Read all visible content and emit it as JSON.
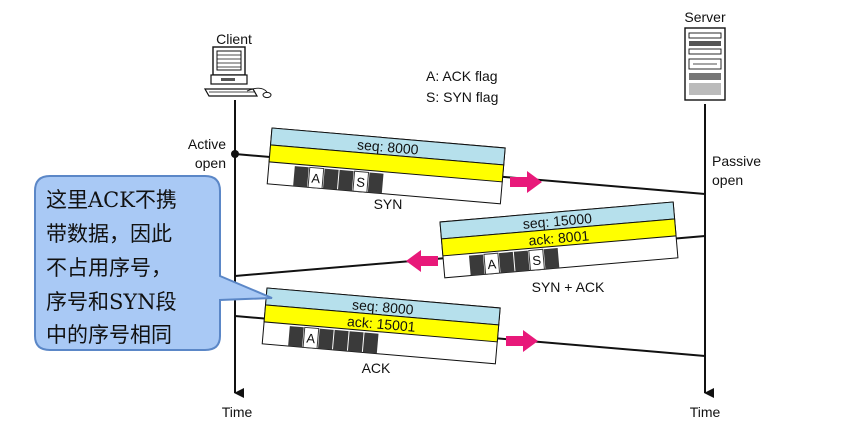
{
  "participants": {
    "client": "Client",
    "server": "Server"
  },
  "legend": [
    "A: ACK flag",
    "S: SYN flag"
  ],
  "client_state": [
    "Active",
    "open"
  ],
  "server_state": [
    "Passive",
    "open"
  ],
  "time_labels": {
    "client": "Time",
    "server": "Time"
  },
  "segments": [
    {
      "name": "SYN",
      "rows": [
        "seq: 8000",
        ""
      ],
      "flags": [
        "",
        "A",
        "",
        "",
        "S",
        ""
      ]
    },
    {
      "name": "SYN + ACK",
      "rows": [
        "seq: 15000",
        "ack: 8001"
      ],
      "flags": [
        "",
        "A",
        "",
        "",
        "S",
        ""
      ]
    },
    {
      "name": "ACK",
      "rows": [
        "seq: 8000",
        "ack: 15001"
      ],
      "flags": [
        "",
        "A",
        "",
        "",
        "",
        ""
      ]
    }
  ],
  "callout": {
    "lines": [
      "这里ACK不携",
      "带数据，因此",
      "不占用序号，",
      "序号和SYN段",
      "中的序号相同"
    ]
  },
  "colors": {
    "header_blue": "#b6e0ec",
    "yellow": "#ffff00",
    "flag_dark": "#3a3a3a",
    "arrow_magenta": "#e8197a",
    "callout_fill": "#a9c9f5",
    "callout_stroke": "#5b87c7"
  },
  "icons": {
    "client": "desktop-computer-icon",
    "server": "server-tower-icon"
  }
}
